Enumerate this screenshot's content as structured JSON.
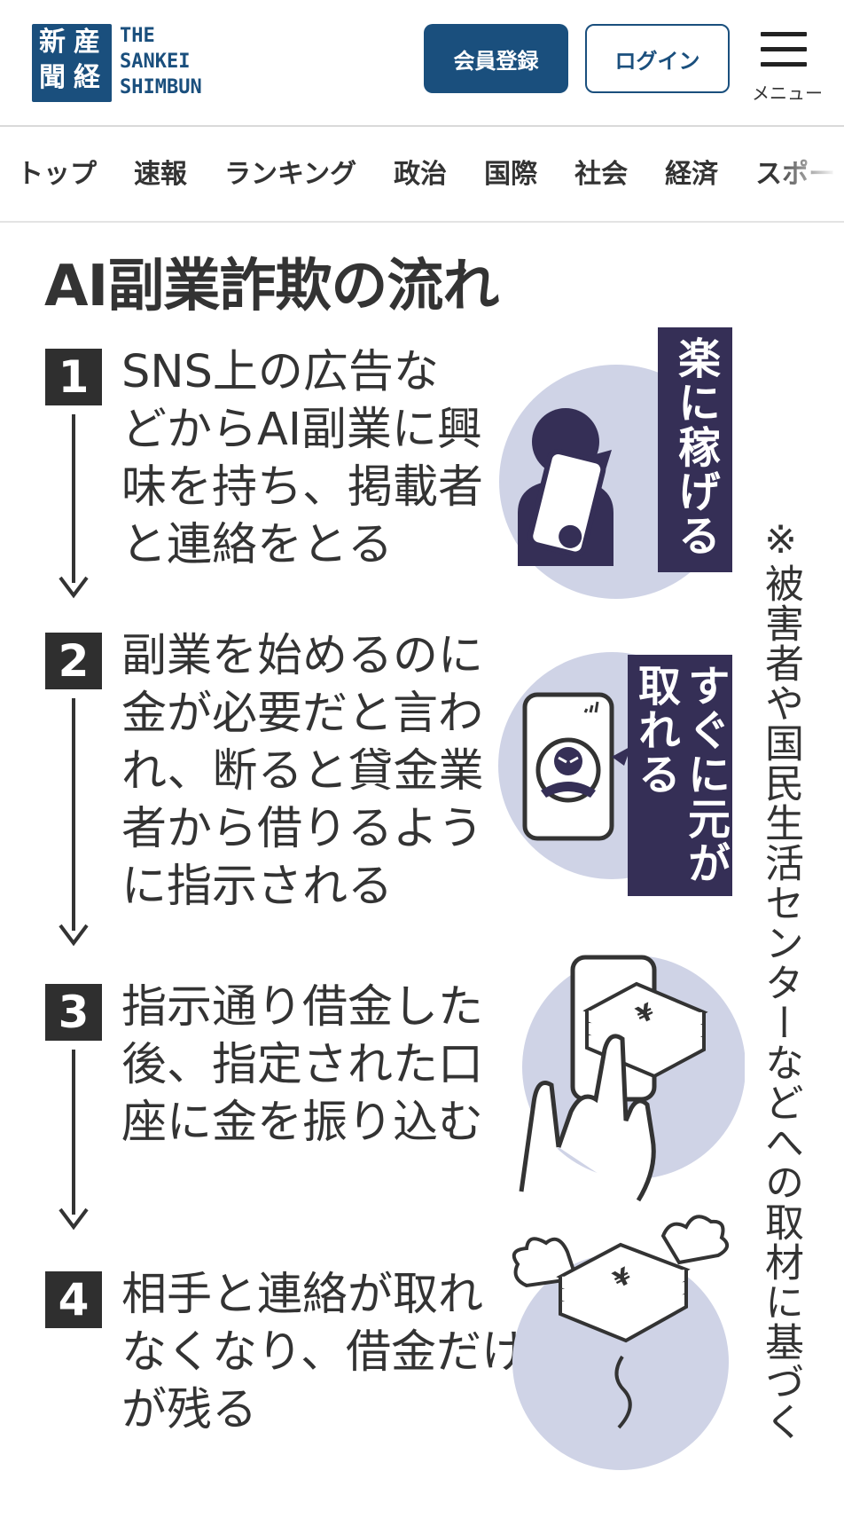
{
  "header": {
    "logo_kanji": [
      "産",
      "経",
      "新",
      "聞"
    ],
    "logo_text": [
      "THE",
      "SANKEI",
      "SHIMBUN"
    ],
    "register_label": "会員登録",
    "login_label": "ログイン",
    "menu_label": "メニュー"
  },
  "nav": {
    "items": [
      "トップ",
      "速報",
      "ランキング",
      "政治",
      "国際",
      "社会",
      "経済",
      "スポーツ"
    ]
  },
  "infographic": {
    "title": "AI副業詐欺の流れ",
    "steps": [
      {
        "num": "1",
        "lines": [
          "SNS上の広告な",
          "どからAI副業に興",
          "味を持ち、掲載者",
          "と連絡をとる"
        ]
      },
      {
        "num": "2",
        "lines": [
          "副業を始めるのに",
          "金が必要だと言わ",
          "れ、断ると貸金業",
          "者から借りるよう",
          "に指示される"
        ]
      },
      {
        "num": "3",
        "lines": [
          "指示通り借金した",
          "後、指定された口",
          "座に金を振り込む"
        ]
      },
      {
        "num": "4",
        "lines": [
          "相手と連絡が取れ",
          "なくなり、借金だけ",
          "が残る"
        ]
      }
    ],
    "bubble1": "楽に稼げる",
    "bubble2_cols": [
      "すぐに元が",
      "取れる"
    ],
    "yen_symbol": "¥",
    "note": "※被害者や国民生活センターなどへの取材に基づく"
  },
  "colors": {
    "brand": "#1a4f7d",
    "bubble": "#352f56",
    "circle": "#cfd3e6",
    "text": "#333333"
  }
}
